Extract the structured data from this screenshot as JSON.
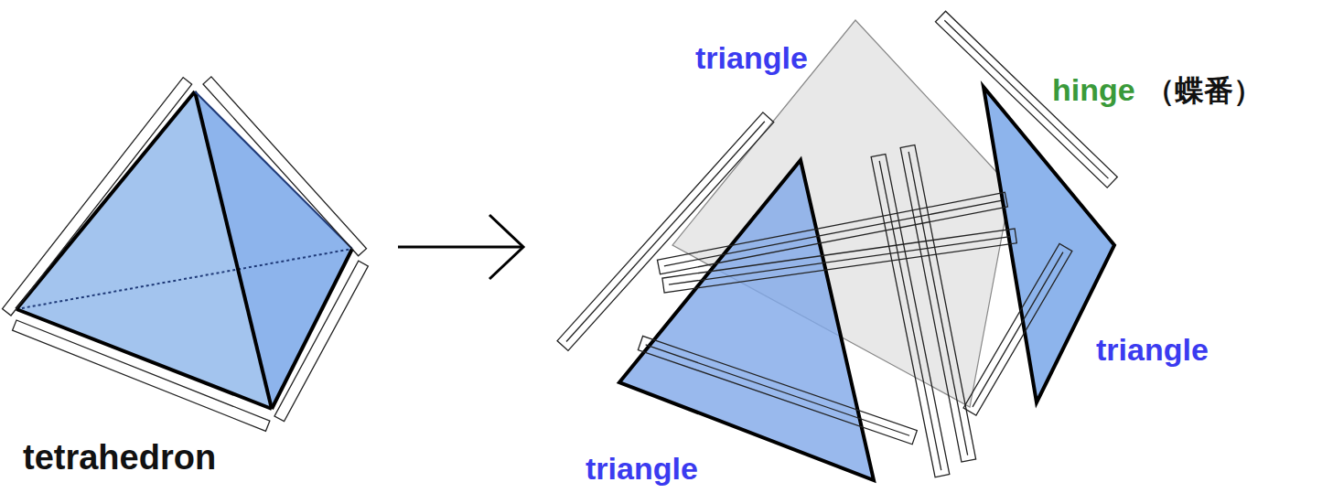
{
  "diagram": {
    "labels": [
      "triangle",
      "hinge",
      "（蝶番）",
      "triangle",
      "tetrahedron",
      "triangle"
    ]
  }
}
